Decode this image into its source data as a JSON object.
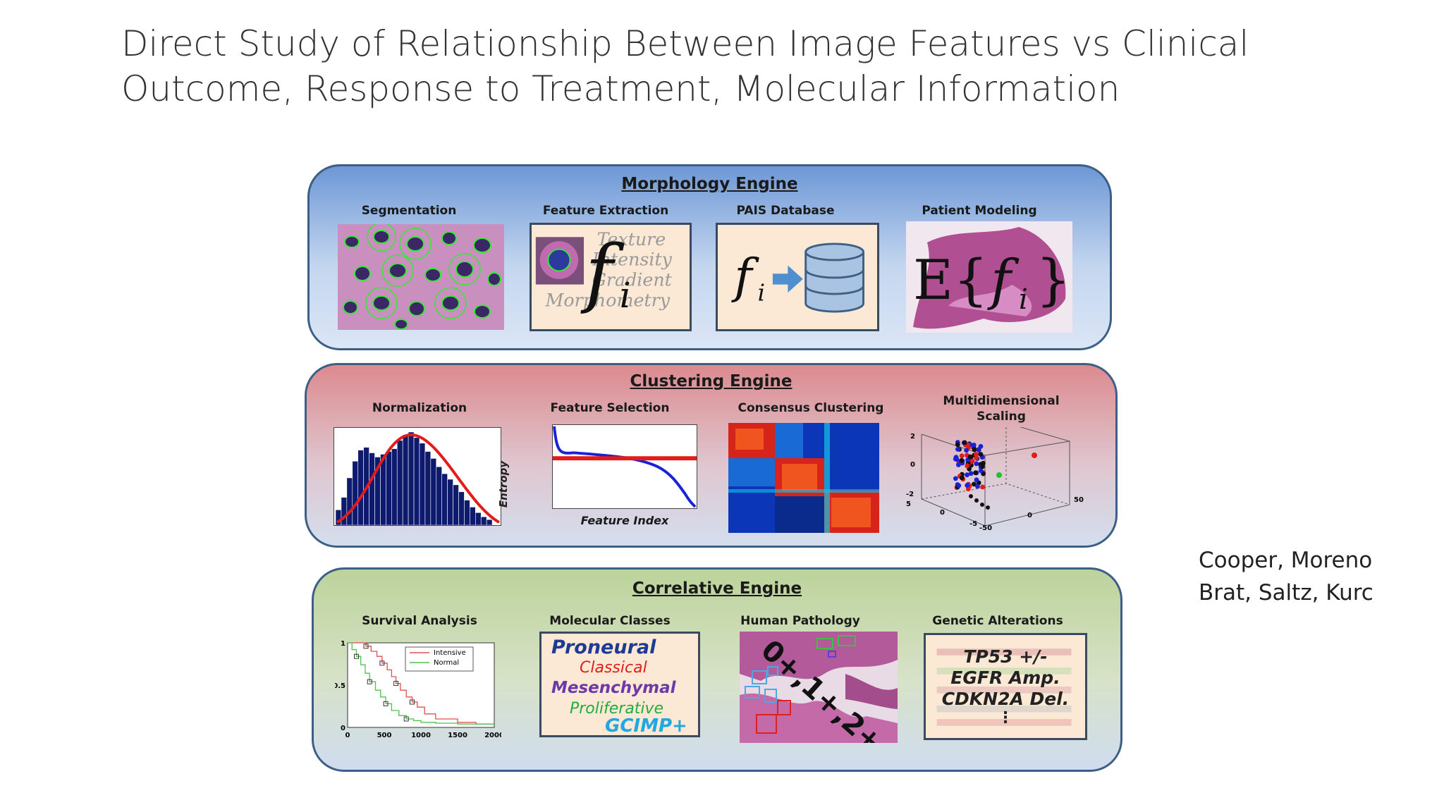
{
  "slide": {
    "title": "Direct Study of Relationship Between Image Features vs Clinical Outcome, Response to Treatment, Molecular Information",
    "credits": [
      "Cooper, Moreno",
      "Brat, Saltz, Kurc"
    ]
  },
  "morphology": {
    "title": "Morphology Engine",
    "panels": [
      "Segmentation",
      "Feature Extraction",
      "PAIS Database",
      "Patient Modeling"
    ],
    "feature_words": [
      "Texture",
      "Intensity",
      "Gradient",
      "Morphometry"
    ]
  },
  "clustering": {
    "title": "Clustering Engine",
    "panels": [
      "Normalization",
      "Feature Selection",
      "Consensus Clustering",
      "Multidimensional Scaling"
    ],
    "entropy_ylabel": "Entropy",
    "entropy_xlabel": "Feature Index",
    "mds_ticks_z": [
      "2",
      "0",
      "-2"
    ],
    "mds_ticks_x": [
      "5",
      "0",
      "-5"
    ],
    "mds_ticks_y": [
      "-50",
      "0",
      "50"
    ]
  },
  "correlative": {
    "title": "Correlative Engine",
    "panels": [
      "Survival Analysis",
      "Molecular Classes",
      "Human Pathology",
      "Genetic Alterations"
    ],
    "molecular_classes": [
      {
        "label": "Proneural",
        "color": "#1f3a93"
      },
      {
        "label": "Classical",
        "color": "#e0201b"
      },
      {
        "label": "Mesenchymal",
        "color": "#6c3aa8"
      },
      {
        "label": "Proliferative",
        "color": "#1fae3c"
      },
      {
        "label": "GCIMP+",
        "color": "#22a7e0"
      }
    ],
    "pathology_grades": "0+,1+,2+",
    "genetic_alterations": [
      "TP53 +/-",
      "EGFR Amp.",
      "CDKN2A Del.",
      "⋮"
    ]
  },
  "chart_data": [
    {
      "type": "line",
      "title": "Survival Analysis",
      "xticks": [
        "0",
        "500",
        "1000",
        "1500",
        "2000"
      ],
      "yticks": [
        "0",
        "0.5",
        "1"
      ],
      "xlim": [
        0,
        2000
      ],
      "ylim": [
        0,
        1
      ],
      "legend_position": "top-right",
      "series": [
        {
          "name": "Intensive",
          "color": "#e05050",
          "x": [
            0,
            150,
            250,
            320,
            400,
            470,
            540,
            600,
            660,
            720,
            800,
            880,
            950,
            1050,
            1200,
            1500,
            1750,
            2000
          ],
          "y": [
            1,
            1,
            0.96,
            0.9,
            0.84,
            0.76,
            0.68,
            0.6,
            0.52,
            0.44,
            0.36,
            0.3,
            0.24,
            0.16,
            0.1,
            0.06,
            0.04,
            0.04
          ]
        },
        {
          "name": "Normal",
          "color": "#50c050",
          "x": [
            0,
            60,
            120,
            180,
            240,
            300,
            380,
            450,
            520,
            600,
            700,
            800,
            900,
            1000,
            1200,
            1500,
            2000
          ],
          "y": [
            1,
            0.92,
            0.84,
            0.74,
            0.64,
            0.54,
            0.44,
            0.36,
            0.28,
            0.2,
            0.14,
            0.1,
            0.08,
            0.06,
            0.05,
            0.04,
            0.04
          ]
        }
      ]
    }
  ]
}
